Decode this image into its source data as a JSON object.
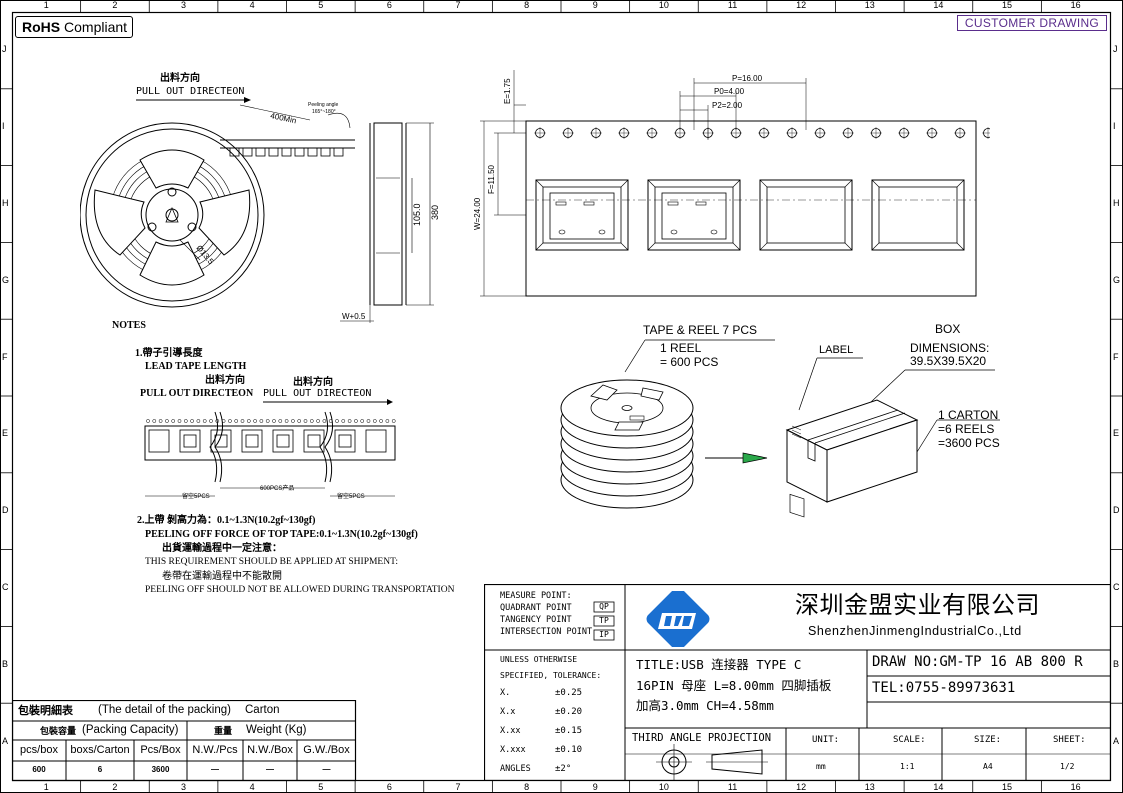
{
  "rohs": {
    "bold": "RoHS",
    "text": "Compliant"
  },
  "customer_drawing": "CUSTOMER DRAWING",
  "border": {
    "cols": [
      "1",
      "2",
      "3",
      "4",
      "5",
      "6",
      "7",
      "8",
      "9",
      "10",
      "11",
      "12",
      "13",
      "14",
      "15",
      "16"
    ],
    "rows": [
      "J",
      "I",
      "H",
      "G",
      "F",
      "E",
      "D",
      "C",
      "B",
      "A"
    ]
  },
  "reel": {
    "pull_cn": "出料方向",
    "pull_en": "PULL OUT DIRECTEON",
    "len": "400Min",
    "peel_angle_1": "Peeling angle",
    "peel_angle_2": "165°~180°",
    "hub": "Ø13.5",
    "dim_inner": "105.0",
    "dim_outer": "380",
    "dim_w": "W+0.5"
  },
  "tape": {
    "E": "E=1.75",
    "F": "F=11.50",
    "W": "W=24.00",
    "P": "P=16.00",
    "P0": "P0=4.00",
    "P2": "P2=2.00"
  },
  "notes": {
    "title": "NOTES",
    "n1_cn": "1.帶子引導長度",
    "n1_en": "LEAD TAPE LENGTH",
    "dir_cn_1": "出料方向",
    "dir_en_1": "PULL OUT DIRECTEON",
    "dir_cn_2": "出料方向",
    "dir_en_2": "PULL OUT DIRECTEON",
    "empty_1": "留空5PCS",
    "pcs": "600PCS产品",
    "empty_2": "留空5PCS",
    "n2_cn": "2.上帶 剝高力為：0.1~1.3N(10.2gf~130gf)",
    "n2_en": "PEELING OFF FORCE OF TOP TAPE:0.1~1.3N(10.2gf~130gf)",
    "n3_cn": "出貨運輸過程中一定注意：",
    "n3_en": "THIS REQUIREMENT SHOULD BE APPLIED AT SHIPMENT:",
    "n4_cn": "卷帶在運輸過程中不能散開",
    "n4_en": "PEELING OFF SHOULD NOT BE ALLOWED DURING TRANSPORTATION"
  },
  "packing": {
    "tape_reel": "TAPE & REEL 7 PCS",
    "reel_1": "1 REEL",
    "reel_2": "= 600 PCS",
    "label": "LABEL",
    "box": "BOX",
    "dims_1": "DIMENSIONS:",
    "dims_2": "39.5X39.5X20",
    "carton_1": "1 CARTON",
    "carton_2": "=6 REELS",
    "carton_3": "=3600 PCS"
  },
  "packing_table": {
    "title_cn": "包裝明細表",
    "title_en": "(The detail of the packing)",
    "title_val": "Carton",
    "cap_cn": "包裝容量",
    "cap_en": "(Packing Capacity)",
    "weight_cn": "重量",
    "weight_en": "Weight (Kg)",
    "headers": [
      "pcs/box",
      "boxs/Carton",
      "Pcs/Box",
      "N.W./Pcs",
      "N.W./Box",
      "G.W./Box"
    ],
    "values": [
      "600",
      "6",
      "3600",
      "—",
      "—",
      "—"
    ]
  },
  "title_block": {
    "measure": [
      "MEASURE POINT:",
      "QUADRANT POINT",
      "TANGENCY POINT",
      "INTERSECTION POINT"
    ],
    "measure_codes": [
      "QP",
      "TP",
      "IP"
    ],
    "company_cn": "深圳金盟实业有限公司",
    "company_en": "ShenzhenJinmengIndustrialCo.,Ltd",
    "tol_title_1": "UNLESS OTHERWISE",
    "tol_title_2": "SPECIFIED, TOLERANCE:",
    "tol_rows": [
      [
        "X.",
        "±0.25"
      ],
      [
        "X.x",
        "±0.20"
      ],
      [
        "X.xx",
        "±0.15"
      ],
      [
        "X.xxx",
        "±0.10"
      ],
      [
        "ANGLES",
        "±2°"
      ]
    ],
    "title_1": "TITLE:USB 连接器 TYPE C",
    "title_2": "16PIN 母座 L=8.00mm 四脚插板",
    "title_3": "加高3.0mm CH=4.58mm",
    "draw_no": "DRAW NO:GM-TP 16 AB 800 R",
    "tel": "TEL:0755-89973631",
    "projection": "THIRD ANGLE PROJECTION",
    "unit_label": "UNIT:",
    "unit_val": "mm",
    "scale_label": "SCALE:",
    "scale_val": "1:1",
    "size_label": "SIZE:",
    "size_val": "A4",
    "sheet_label": "SHEET:",
    "sheet_val": "1/2"
  }
}
